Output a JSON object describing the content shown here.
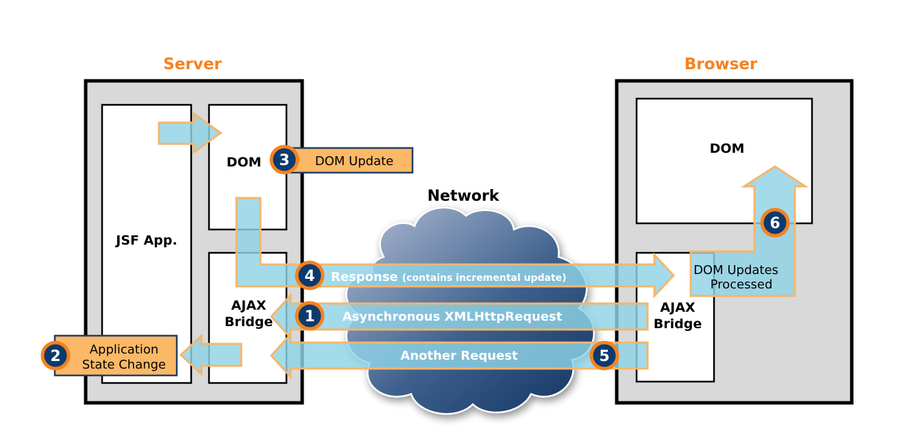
{
  "diagram": {
    "server": {
      "title": "Server",
      "jsf_app_label": "JSF App.",
      "dom_label": "DOM",
      "ajax_bridge_label_line1": "AJAX",
      "ajax_bridge_label_line2": "Bridge"
    },
    "browser": {
      "title": "Browser",
      "dom_label": "DOM",
      "ajax_bridge_label_line1": "AJAX",
      "ajax_bridge_label_line2": "Bridge"
    },
    "network": {
      "title": "Network"
    },
    "steps": [
      {
        "number": "1",
        "label": "Asynchronous XMLHttpRequest"
      },
      {
        "number": "2",
        "label_line1": "Application",
        "label_line2": "State Change"
      },
      {
        "number": "3",
        "label": "DOM Update"
      },
      {
        "number": "4",
        "label": "Response",
        "sublabel": "(contains incremental update)"
      },
      {
        "number": "5",
        "label": "Another Request"
      },
      {
        "number": "6",
        "label_line1": "DOM Updates",
        "label_line2": "Processed"
      }
    ],
    "colors": {
      "title_orange": "#f5821f",
      "arrow_fill": "#8fd3e6",
      "arrow_outline": "#f5b66a",
      "step_circle": "#0d3a6e",
      "step_ring": "#f5821f",
      "callout_fill": "#fbb867",
      "container_gray": "#d9d9d9",
      "cloud_dark": "#163a66",
      "cloud_light": "#a6b4cc"
    }
  }
}
